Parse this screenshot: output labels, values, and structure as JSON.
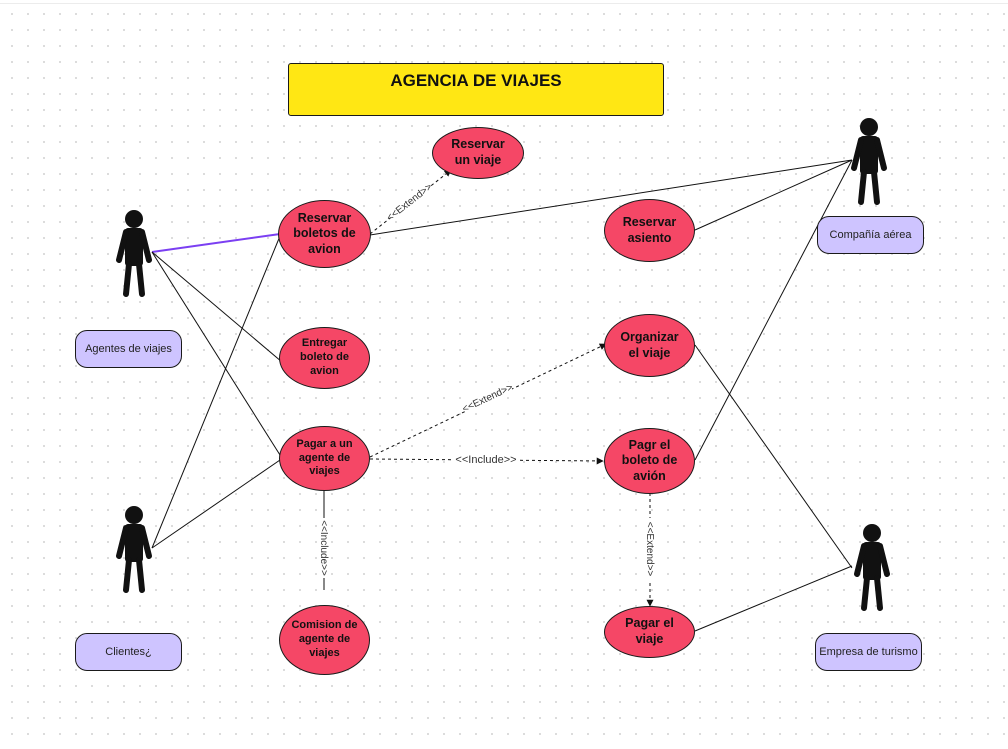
{
  "title": "AGENCIA DE VIAJES",
  "actors": {
    "agentes": "Agentes de viajes",
    "clientes": "Clientes¿",
    "compania": "Compañía aérea",
    "empresa": "Empresa de turismo"
  },
  "use_cases": {
    "reservar_viaje": [
      "Reservar",
      "un viaje"
    ],
    "reservar_boletos": [
      "Reservar",
      "boletos de",
      "avion"
    ],
    "reservar_asiento": [
      "Reservar",
      "asiento"
    ],
    "entregar_boleto": [
      "Entregar",
      "boleto de",
      "avion"
    ],
    "organizar_viaje": [
      "Organizar",
      "el viaje"
    ],
    "pagar_agente": [
      "Pagar a un",
      "agente de",
      "viajes"
    ],
    "pagar_boleto": [
      "Pagr el",
      "boleto de",
      "avión"
    ],
    "comision": [
      "Comision de",
      "agente de",
      "viajes"
    ],
    "pagar_viaje": [
      "Pagar el",
      "viaje"
    ]
  },
  "relations": {
    "extend_reservar": "<<Extend>>",
    "extend_organizar": "<<Extend>>",
    "include_pagr": "<<Include>>",
    "include_comision": "<<Include>>",
    "extend_pagar_viaje": "<<Extend>>"
  },
  "colors": {
    "title_fill": "#ffe714",
    "usecase_fill": "#f54766",
    "actor_label_fill": "#cec4ff",
    "highlight_line": "#7b3ff2"
  }
}
